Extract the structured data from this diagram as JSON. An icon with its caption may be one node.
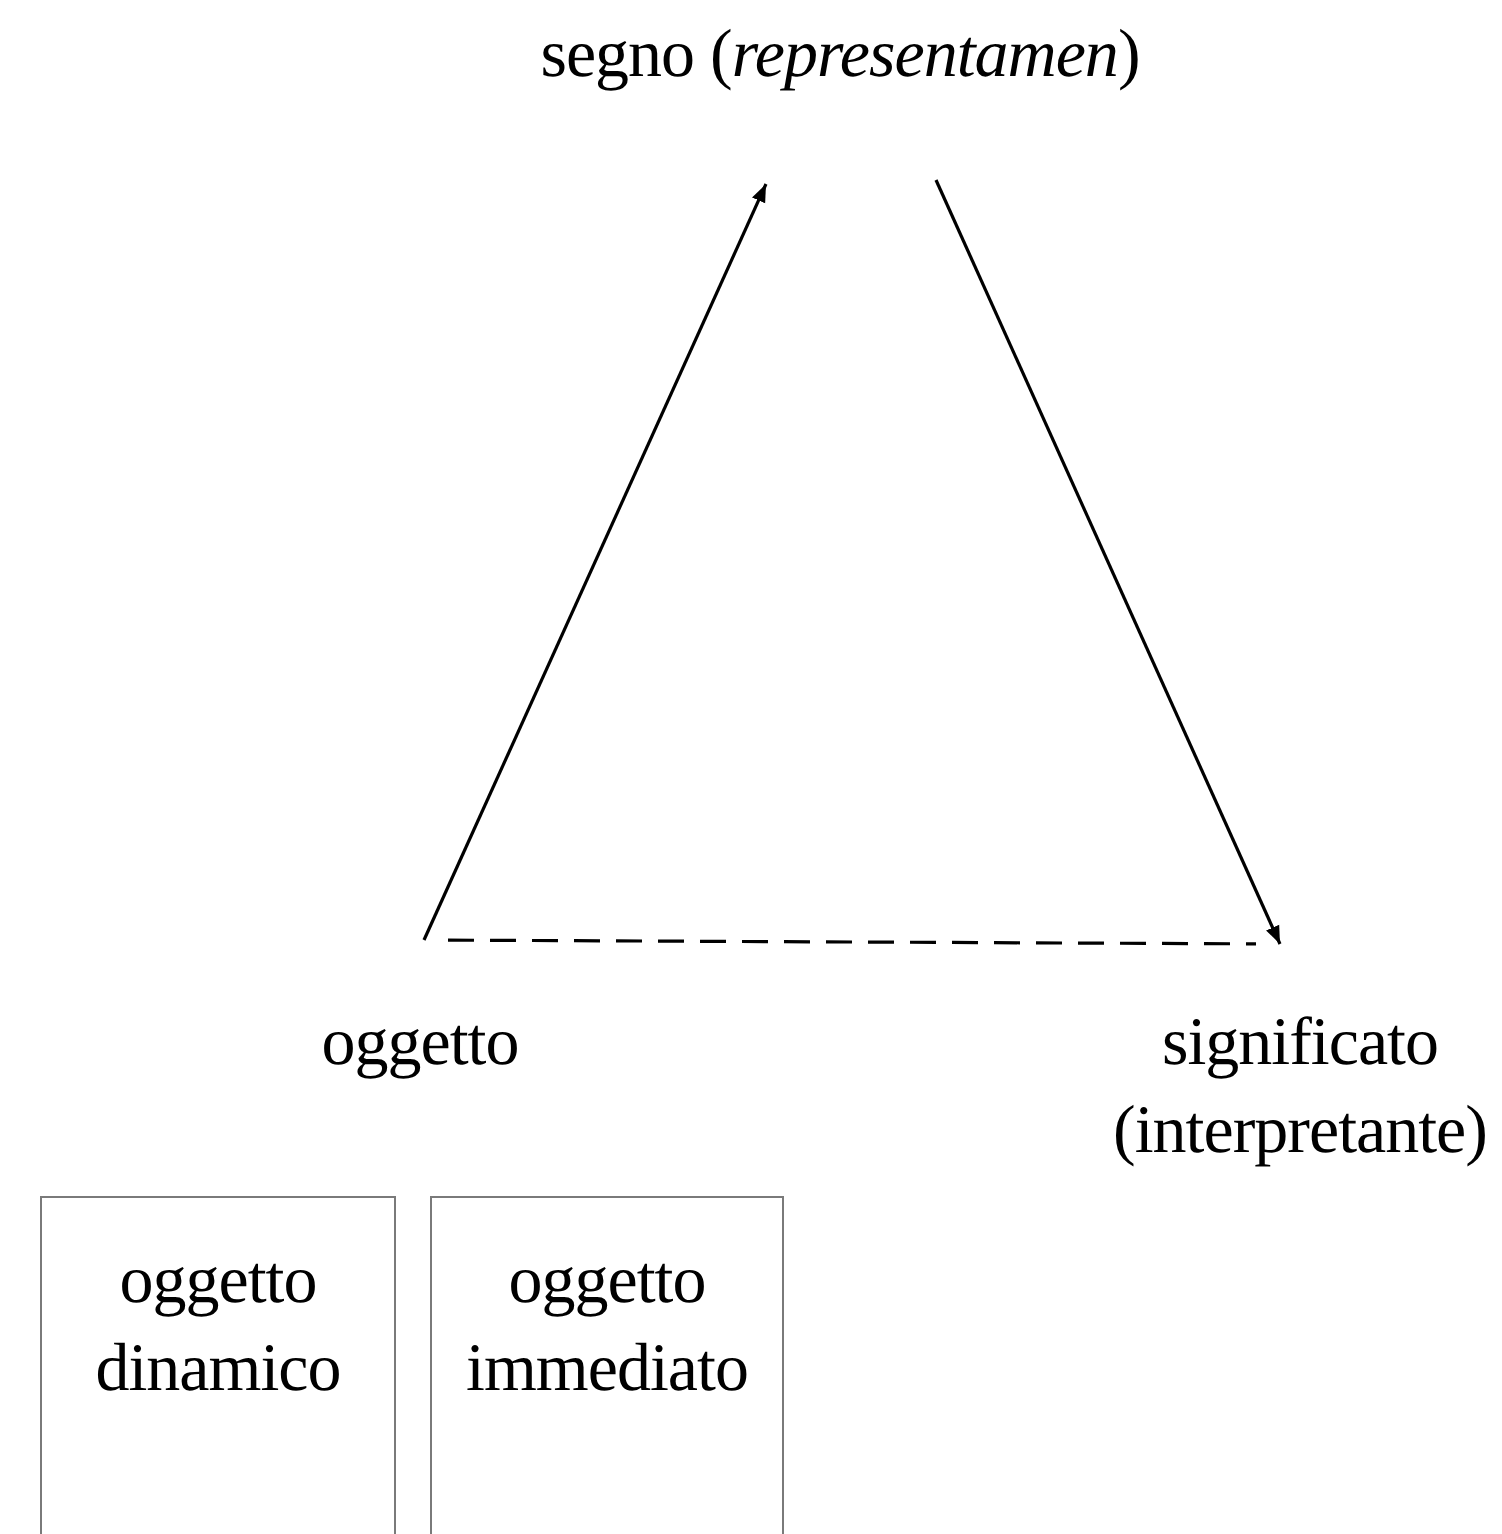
{
  "diagram": {
    "nodes": [
      {
        "text": [
          "segno (*representamen*)"
        ]
      },
      {
        "text": [
          "oggetto"
        ]
      },
      {
        "text": [
          "significato (interpretante)"
        ]
      },
      {
        "text": [
          "oggetto dinamico"
        ]
      },
      {
        "text": [
          "oggetto immediato"
        ]
      }
    ],
    "edges": [
      {
        "from": 1,
        "to": 0,
        "arrow": "to"
      },
      {
        "from": 0,
        "to": 2,
        "arrow": "to"
      },
      {
        "from": 1,
        "to": 2,
        "arrow": "none",
        "style": "dashed"
      }
    ]
  }
}
